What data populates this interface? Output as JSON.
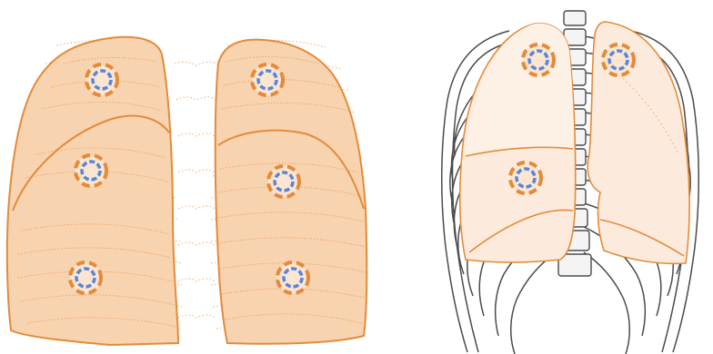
{
  "figure": {
    "panels": [
      {
        "id": "posterior-view",
        "markers": [
          {
            "id": "left-upper",
            "lobe": "upper"
          },
          {
            "id": "left-middle",
            "lobe": "lower"
          },
          {
            "id": "left-lower",
            "lobe": "lower"
          },
          {
            "id": "right-upper",
            "lobe": "upper"
          },
          {
            "id": "right-middle",
            "lobe": "lower"
          },
          {
            "id": "right-lower",
            "lobe": "lower"
          }
        ]
      },
      {
        "id": "anterior-view",
        "markers": [
          {
            "id": "right-lung-upper",
            "lobe": "upper"
          },
          {
            "id": "left-lung-upper",
            "lobe": "upper"
          },
          {
            "id": "right-lung-middle",
            "lobe": "middle"
          }
        ]
      }
    ],
    "colors": {
      "lung_fill": "#F8D3B0",
      "lung_stroke": "#E38B3A",
      "lung_fill_light": "#FCEBDC",
      "marker_ring": "#5A86D8",
      "marker_dash": "#E38B3A",
      "rib_stroke": "#4B4B4B",
      "spine_fill": "#F4F4F4",
      "background": "#FFFFFF"
    }
  }
}
